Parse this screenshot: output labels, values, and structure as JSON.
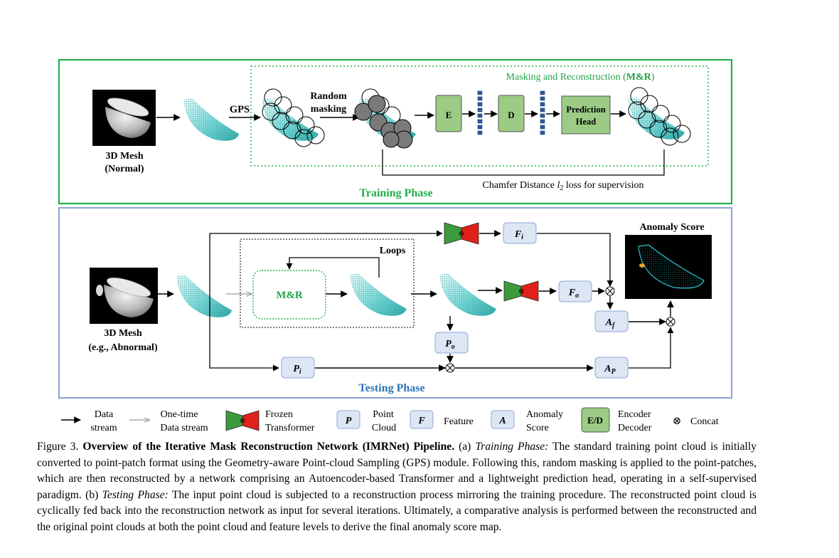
{
  "training": {
    "phase_label": "Training Phase",
    "mesh_label_line1": "3D Mesh",
    "mesh_label_line2": "(Normal)",
    "gps_label": "GPS",
    "random_masking_line1": "Random",
    "random_masking_line2": "masking",
    "mr_label_prefix": "Masking and Reconstruction (",
    "mr_label_bold": "M&R",
    "mr_label_suffix": ")",
    "encoder_label": "E",
    "decoder_label": "D",
    "pred_head_line1": "Prediction",
    "pred_head_line2": "Head",
    "loss_label_prefix": "Chamfer Distance ",
    "loss_label_sym": "l",
    "loss_label_sub": "2",
    "loss_label_suffix": " loss for supervision"
  },
  "testing": {
    "phase_label": "Testing Phase",
    "mesh_label_line1": "3D Mesh",
    "mesh_label_line2": "(e.g., Abnormal)",
    "loops_label": "Loops",
    "mr_box_label": "M&R",
    "anomaly_score_label": "Anomaly Score",
    "fi": {
      "sym": "F",
      "sub": "i"
    },
    "fo": {
      "sym": "F",
      "sub": "o"
    },
    "af": {
      "sym": "A",
      "sub": "f"
    },
    "ap": {
      "sym": "A",
      "sub": "P"
    },
    "po": {
      "sym": "P",
      "sub": "o"
    },
    "pi": {
      "sym": "P",
      "sub": "i"
    }
  },
  "legend": {
    "data_stream_line1": "Data",
    "data_stream_line2": "stream",
    "onetime_line1": "One-time",
    "onetime_line2": "Data stream",
    "frozen_line1": "Frozen",
    "frozen_line2": "Transformer",
    "p_box": "P",
    "point_cloud_line1": "Point",
    "point_cloud_line2": "Cloud",
    "f_box": "F",
    "feature": "Feature",
    "a_box": "A",
    "anomaly_line1": "Anomaly",
    "anomaly_line2": "Score",
    "ed_box": "E/D",
    "encoder": "Encoder",
    "decoder": "Decoder",
    "concat_symbol": "⊗",
    "concat": "Concat"
  },
  "colors": {
    "green_border": "#22b14c",
    "blue_border": "#8fa6d8",
    "phase_text_blue": "#2e75b6",
    "mr_text_green": "#22a34a",
    "module_green": "#9bcb84",
    "box_blue": "#dce6f4",
    "frozen_green": "#3c9a3c",
    "frozen_red": "#e0201a",
    "cloud_teal": "#6fd3d3"
  },
  "caption": {
    "fig_label": "Figure 3. ",
    "title_bold": "Overview of the Iterative Mask Reconstruction Network (IMRNet) Pipeline.",
    "part_a_label": " (a) ",
    "part_a_title": "Training Phase:",
    "part_a_text": " The standard training point cloud is initially converted to point-patch format using the Geometry-aware Point-cloud Sampling (GPS) module. Following this, random masking is applied to the point-patches, which are then reconstructed by a network comprising an Autoencoder-based Transformer and a lightweight prediction head, operating in a self-supervised paradigm.",
    "part_b_label": " (b) ",
    "part_b_title": "Testing Phase:",
    "part_b_text": " The input point cloud is subjected to a reconstruction process mirroring the training procedure. The reconstructed point cloud is cyclically fed back into the reconstruction network as input for several iterations. Ultimately, a comparative analysis is performed between the reconstructed and the original point clouds at both the point cloud and feature levels to derive the final anomaly score map."
  }
}
